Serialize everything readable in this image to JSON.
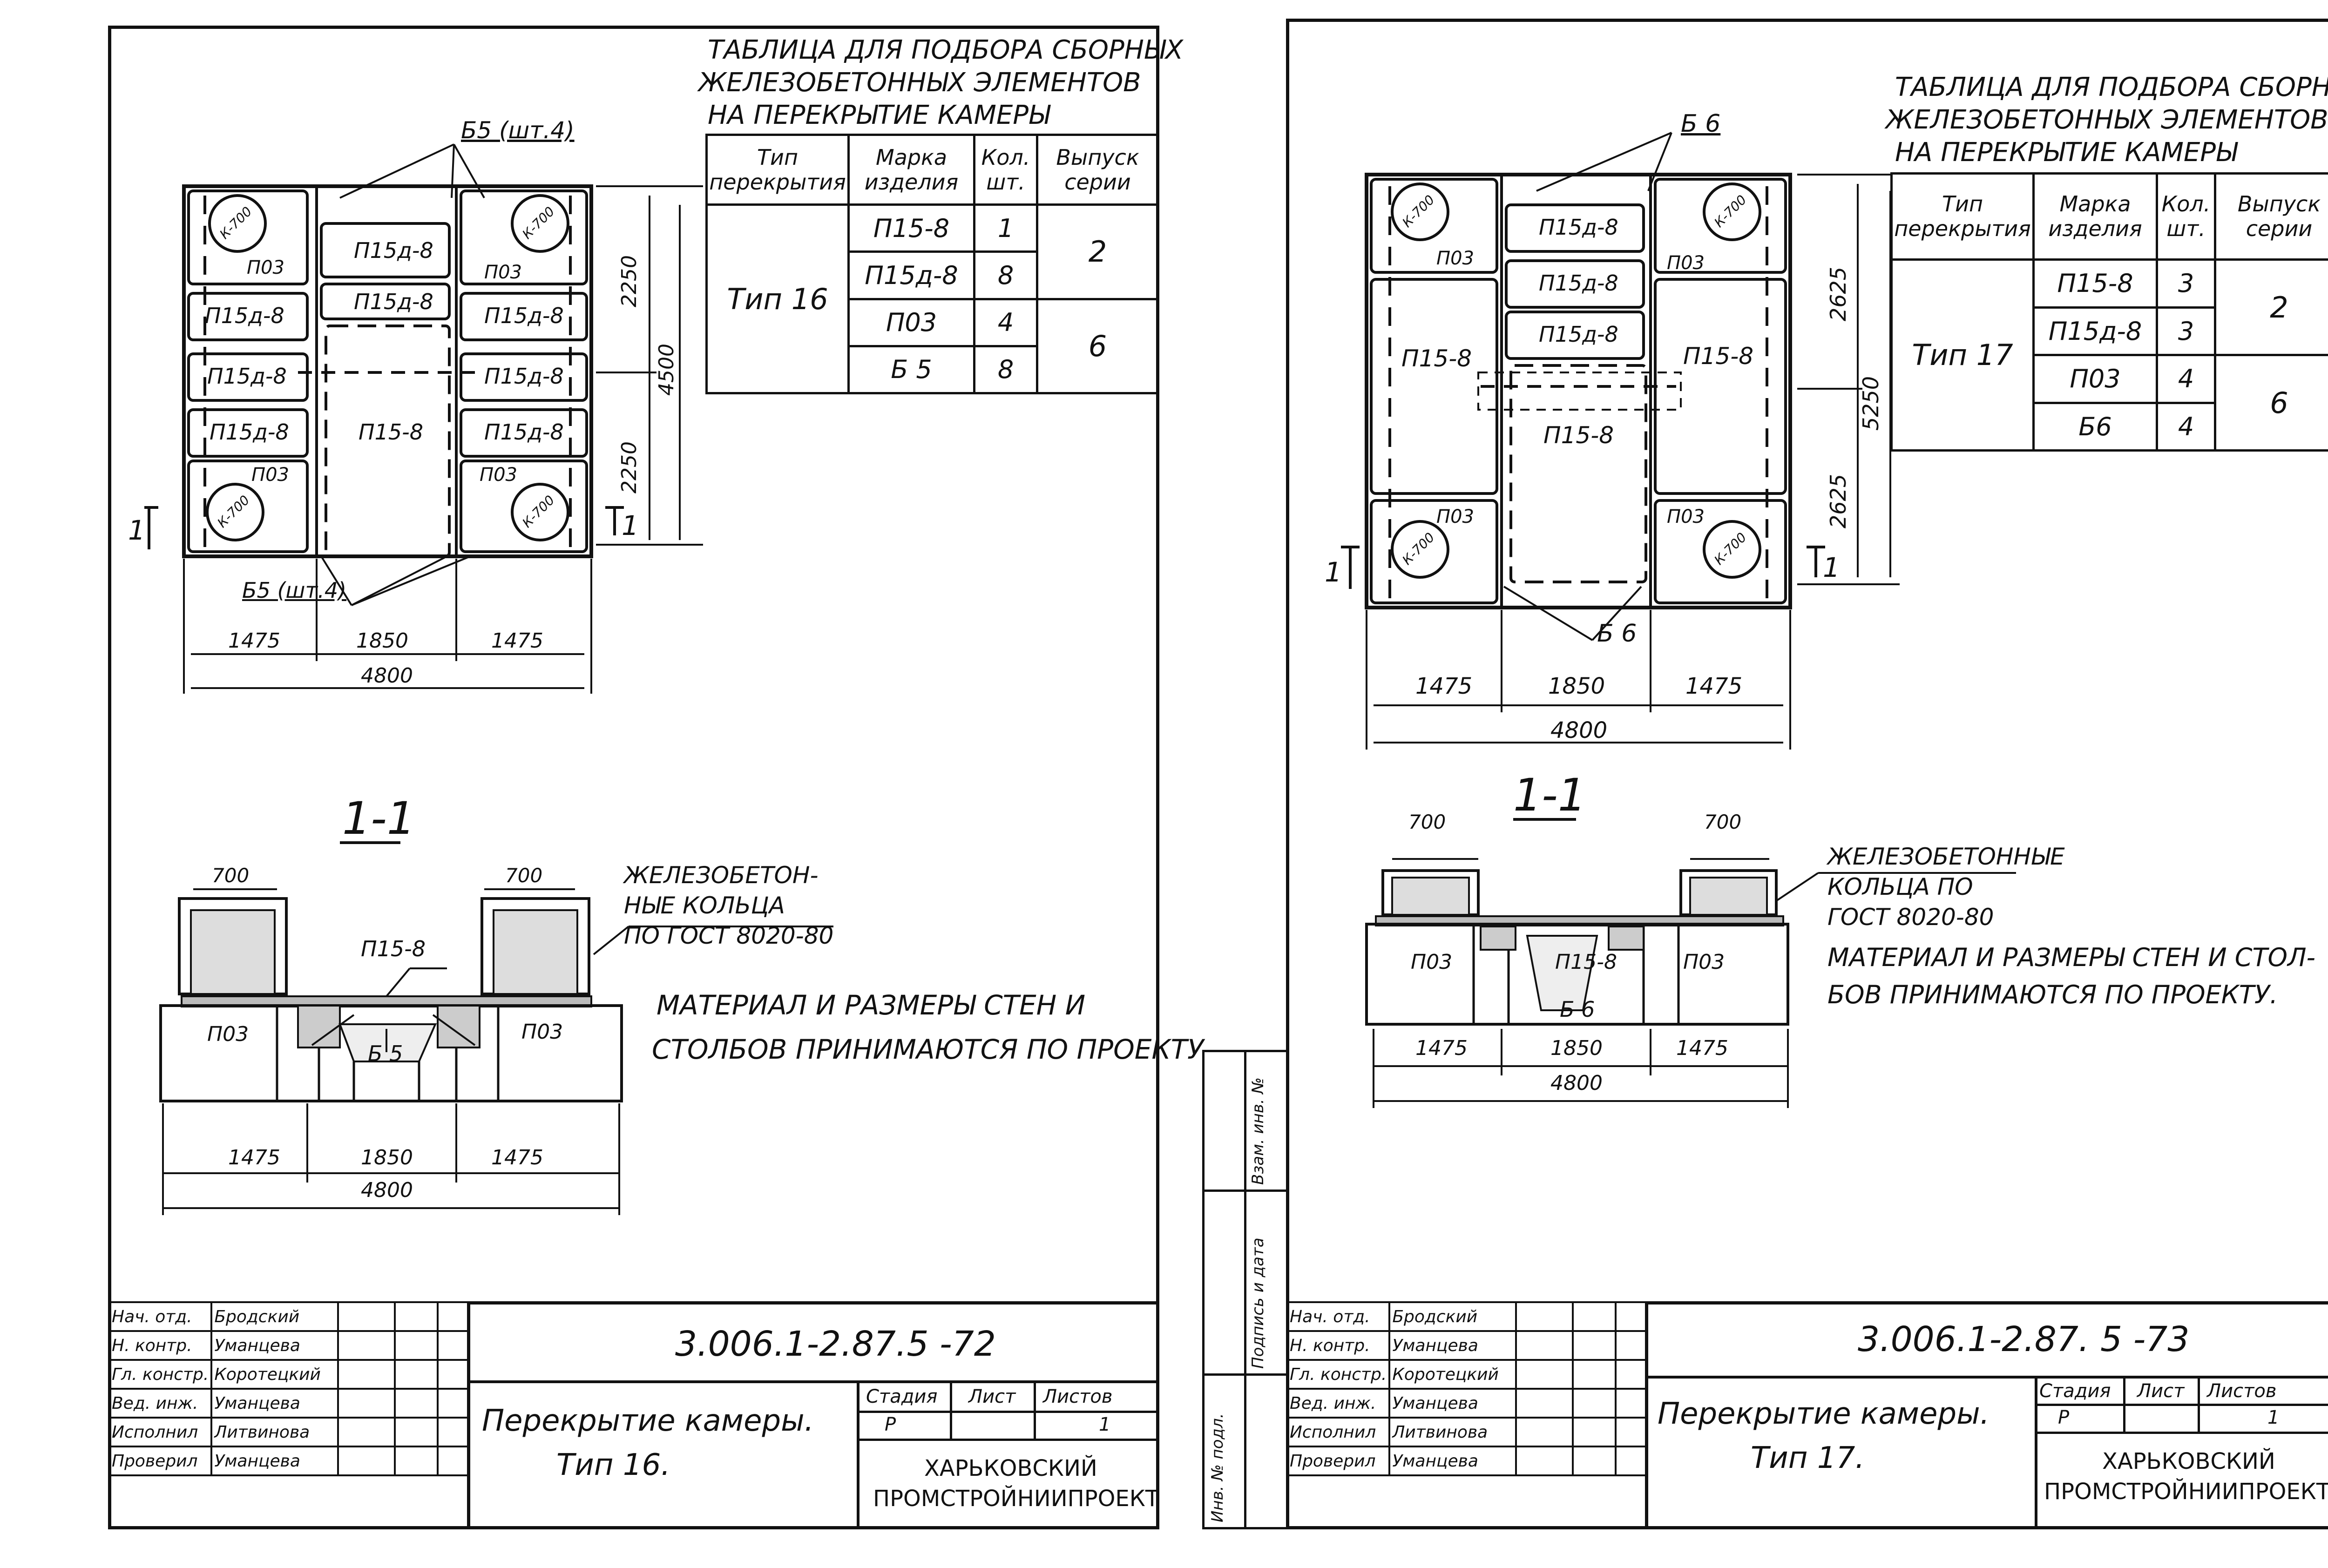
{
  "sheets": [
    {
      "table_title": [
        "ТАБЛИЦА ДЛЯ ПОДБОРА СБОРНЫХ",
        "ЖЕЛЕЗОБЕТОННЫХ ЭЛЕМЕНТОВ",
        "НА ПЕРЕКРЫТИЕ КАМЕРЫ"
      ],
      "table_headers": [
        "Тип перекрытия",
        "Марка изделия",
        "Кол. шт.",
        "Выпуск серии"
      ],
      "table_type": "Тип 16",
      "table_rows": [
        {
          "mark": "П15-8",
          "qty": "1"
        },
        {
          "mark": "П15д-8",
          "qty": "8"
        },
        {
          "mark": "П03",
          "qty": "4"
        },
        {
          "mark": "Б 5",
          "qty": "8"
        }
      ],
      "table_series": [
        "2",
        "6"
      ],
      "beam_label_top": "Б5 (шт.4)",
      "beam_label_bottom": "Б5 (шт.4)",
      "plan_labels": {
        "p15d": "П15д-8",
        "p15": "П15-8",
        "p03": "П03",
        "ring": "К-700"
      },
      "dims_h": [
        "1475",
        "1850",
        "1475"
      ],
      "dim_total": "4800",
      "dims_v": [
        "2250",
        "2250"
      ],
      "dim_v_total": "4500",
      "section_mark": "1",
      "section_title": "1-1",
      "section_dim": "700",
      "section_labels": {
        "p15": "П15-8",
        "p03": "П03",
        "beam": "Б 5"
      },
      "note_rings": [
        "ЖЕЛЕЗОБЕТОН-",
        "НЫЕ КОЛЬЦА",
        "ПО ГОСТ 8020-80"
      ],
      "note_material": [
        "МАТЕРИАЛ И РАЗМЕРЫ СТЕН И",
        "СТОЛБОВ ПРИНИМАЮТСЯ ПО ПРОЕКТУ"
      ],
      "doc_code": "3.006.1-2.87.5 -72",
      "title_block": {
        "roles": [
          "Нач. отд.",
          "Н. контр.",
          "Гл. констр.",
          "Вед. инж.",
          "Исполнил",
          "Проверил"
        ],
        "names": [
          "Бродский",
          "Уманцева",
          "Коротецкий",
          "Уманцева",
          "Литвинова",
          "Уманцева"
        ],
        "drawing_title": [
          "Перекрытие камеры.",
          "Тип 16."
        ],
        "stage_header": "Стадия",
        "sheet_header": "Лист",
        "sheets_header": "Листов",
        "stage": "Р",
        "sheet": "1",
        "org": [
          "ХАРЬКОВСКИЙ",
          "ПРОМСТРОЙНИИПРОЕКТ"
        ]
      }
    },
    {
      "table_title": [
        "ТАБЛИЦА ДЛЯ ПОДБОРА СБОРНЫХ",
        "ЖЕЛЕЗОБЕТОННЫХ ЭЛЕМЕНТОВ",
        "НА ПЕРЕКРЫТИЕ КАМЕРЫ"
      ],
      "table_headers": [
        "Тип перекрытия",
        "Марка изделия",
        "Кол. шт.",
        "Выпуск серии"
      ],
      "table_type": "Тип 17",
      "table_rows": [
        {
          "mark": "П15-8",
          "qty": "3"
        },
        {
          "mark": "П15д-8",
          "qty": "3"
        },
        {
          "mark": "П03",
          "qty": "4"
        },
        {
          "mark": "Б6",
          "qty": "4"
        }
      ],
      "table_series": [
        "2",
        "6"
      ],
      "beam_label_top": "Б 6",
      "beam_label_bottom": "Б 6",
      "plan_labels": {
        "p15d": "П15д-8",
        "p15": "П15-8",
        "p03": "П03",
        "ring": "К-700"
      },
      "dims_h": [
        "1475",
        "1850",
        "1475"
      ],
      "dim_total": "4800",
      "dims_v": [
        "2625",
        "2625"
      ],
      "dim_v_total": "5250",
      "section_mark": "1",
      "section_title": "1-1",
      "section_dim": "700",
      "section_labels": {
        "p15": "П15-8",
        "p03": "П03",
        "beam": "Б 6"
      },
      "note_rings": [
        "ЖЕЛЕЗОБЕТОННЫЕ",
        "КОЛЬЦА ПО",
        "ГОСТ 8020-80"
      ],
      "note_material": [
        "МАТЕРИАЛ И РАЗМЕРЫ СТЕН И СТОЛ-",
        "БОВ ПРИНИМАЮТСЯ ПО ПРОЕКТУ."
      ],
      "doc_code": "3.006.1-2.87. 5 -73",
      "title_block": {
        "roles": [
          "Нач. отд.",
          "Н. контр.",
          "Гл. констр.",
          "Вед. инж.",
          "Исполнил",
          "Проверил"
        ],
        "names": [
          "Бродский",
          "Уманцева",
          "Коротецкий",
          "Уманцева",
          "Литвинова",
          "Уманцева"
        ],
        "drawing_title": [
          "Перекрытие камеры.",
          "Тип 17."
        ],
        "stage_header": "Стадия",
        "sheet_header": "Лист",
        "sheets_header": "Листов",
        "stage": "Р",
        "sheet": "1",
        "org": [
          "ХАРЬКОВСКИЙ",
          "ПРОМСТРОЙНИИПРОЕКТ"
        ]
      }
    }
  ],
  "side_stamp": [
    "Взам. инв. №",
    "Подпись и дата",
    "Инв. № подл."
  ]
}
